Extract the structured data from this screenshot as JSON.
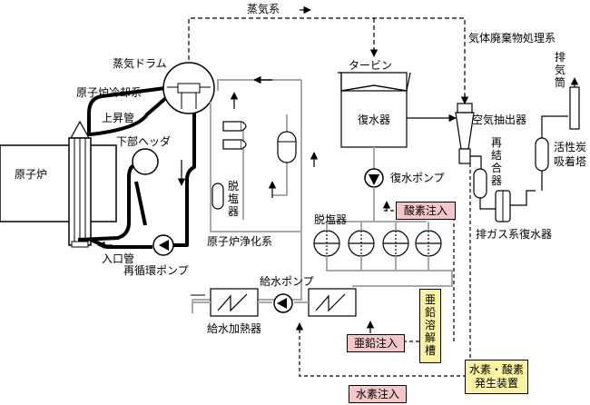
{
  "labels": {
    "steam_system": "蒸気系",
    "steam_drum": "蒸気ドラム",
    "turbine": "タービン",
    "offgas_system": "気体廃棄物処理系",
    "rcs": "原子炉冷却系",
    "riser": "上昇管",
    "lower_header": "下部ヘッダ",
    "reactor": "原子炉",
    "inlet_pipe": "入口管",
    "recirc_pump": "再循環ポンプ",
    "desalinator_small": "脱塩器",
    "cleanup_system": "原子炉浄化系",
    "condenser": "復水器",
    "air_extractor": "空気抽出器",
    "recombiner": "再結合器",
    "charcoal": "活性炭吸着塔",
    "stack": "排気筒",
    "condensate_pump": "復水ポンプ",
    "desalinator": "脱塩器",
    "offgas_condenser": "排ガス系復水器",
    "feed_pump": "給水ポンプ",
    "feed_heater": "給水加熱器"
  },
  "boxes": {
    "oxygen_injection": "酸素注入",
    "zinc_injection": "亜鉛注入",
    "hydrogen_injection": "水素注入",
    "zinc_tank": "亜鉛溶解槽",
    "h2o2_gen_line1": "水素・酸素",
    "h2o2_gen_line2": "発生装置"
  },
  "colors": {
    "pink": "#f7c6c6",
    "yellow": "#fdf3a0",
    "gray_line": "#a8a8a8",
    "black": "#000000"
  }
}
